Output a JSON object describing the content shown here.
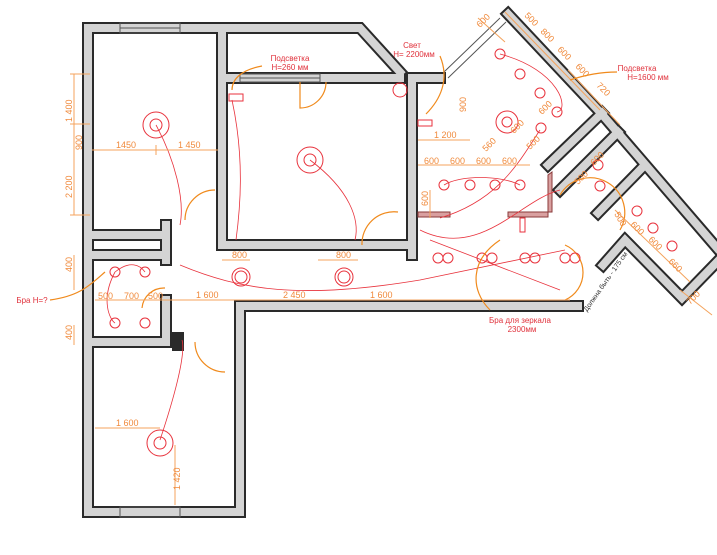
{
  "plan": {
    "labels": {
      "podsvetka_260": [
        "Подсветка",
        "H=260 мм"
      ],
      "svet_2200": [
        "Свет",
        "H= 2200мм"
      ],
      "podsvetka_1600": [
        "Подсветка",
        "H=1600 мм"
      ],
      "bra_mirror": [
        "Бра для зеркала",
        "2300мм"
      ],
      "bra_h": "Бра H=?",
      "should_be": "Должна быть - 175 см"
    },
    "dims": [
      "1 400",
      "900",
      "2 200",
      "1450",
      "1 450",
      "400",
      "500",
      "700",
      "500",
      "400",
      "800",
      "800",
      "1 600",
      "2 450",
      "1 600",
      "1 200",
      "600",
      "600",
      "600",
      "600",
      "600",
      "560",
      "1 600",
      "1 420",
      "600",
      "500",
      "800",
      "600",
      "600",
      "720",
      "500",
      "600",
      "600",
      "600",
      "500",
      "600",
      "600",
      "660",
      "700",
      "900",
      "500"
    ],
    "colors": {
      "wall": "#d4d4d4",
      "wall_edge": "#2a2a2a",
      "electric": "#e8323c",
      "dimension": "#f08a3c"
    }
  }
}
